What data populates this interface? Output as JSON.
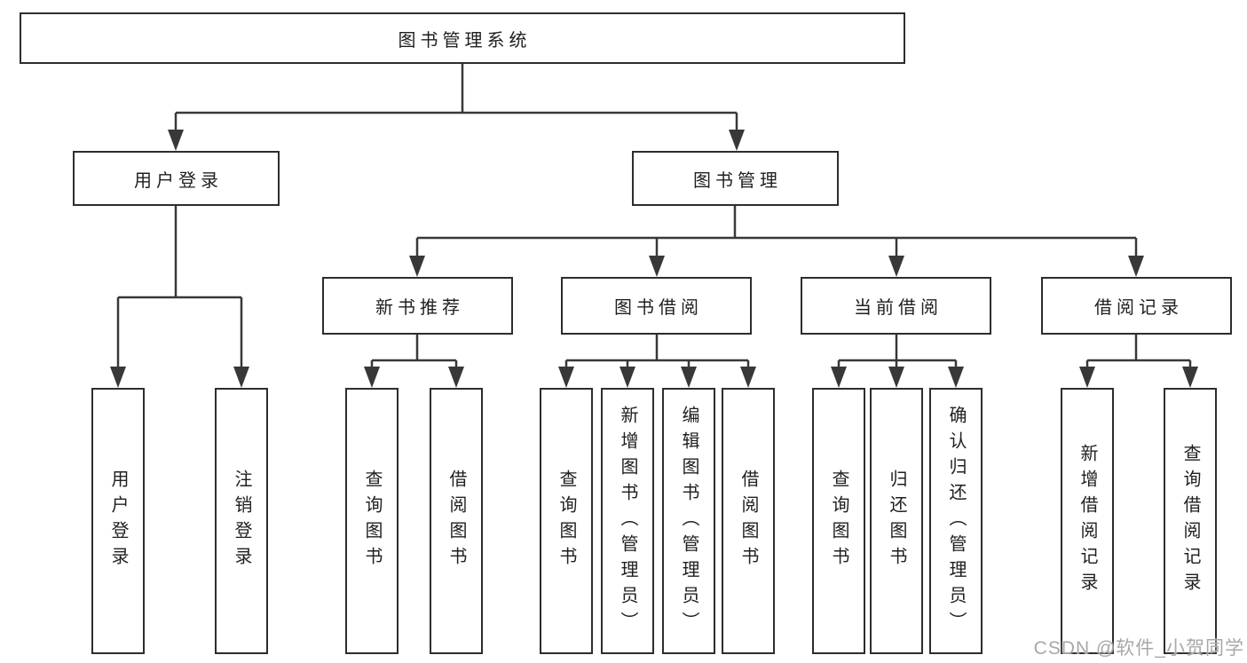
{
  "diagram": {
    "type": "hierarchy-tree",
    "orientation": "top-down",
    "levels": 4
  },
  "nodes": {
    "root": "图书管理系统",
    "user_login": "用户登录",
    "book_mgmt": "图书管理",
    "new_book_rec": "新书推荐",
    "book_borrow": "图书借阅",
    "current_borrow": "当前借阅",
    "borrow_records": "借阅记录",
    "leaf_user_login": "用户登录",
    "leaf_logout": "注销登录",
    "leaf_query_books_rec": "查询图书",
    "leaf_borrow_books_rec": "借阅图书",
    "leaf_query_books_borrow": "查询图书",
    "leaf_add_books": "新增图书（管理员）",
    "leaf_edit_books": "编辑图书（管理员）",
    "leaf_borrow_books_borrow": "借阅图书",
    "leaf_query_books_current": "查询图书",
    "leaf_return_books": "归还图书",
    "leaf_confirm_return": "确认归还（管理员）",
    "leaf_add_borrow_record": "新增借阅记录",
    "leaf_query_borrow_record": "查询借阅记录"
  },
  "watermark": "CSDN @软件_小贺同学",
  "colors": {
    "line": "#383838",
    "border": "#2d2d2d",
    "text": "#1f1f1f",
    "watermark": "#a8a8a8",
    "background": "#ffffff"
  }
}
